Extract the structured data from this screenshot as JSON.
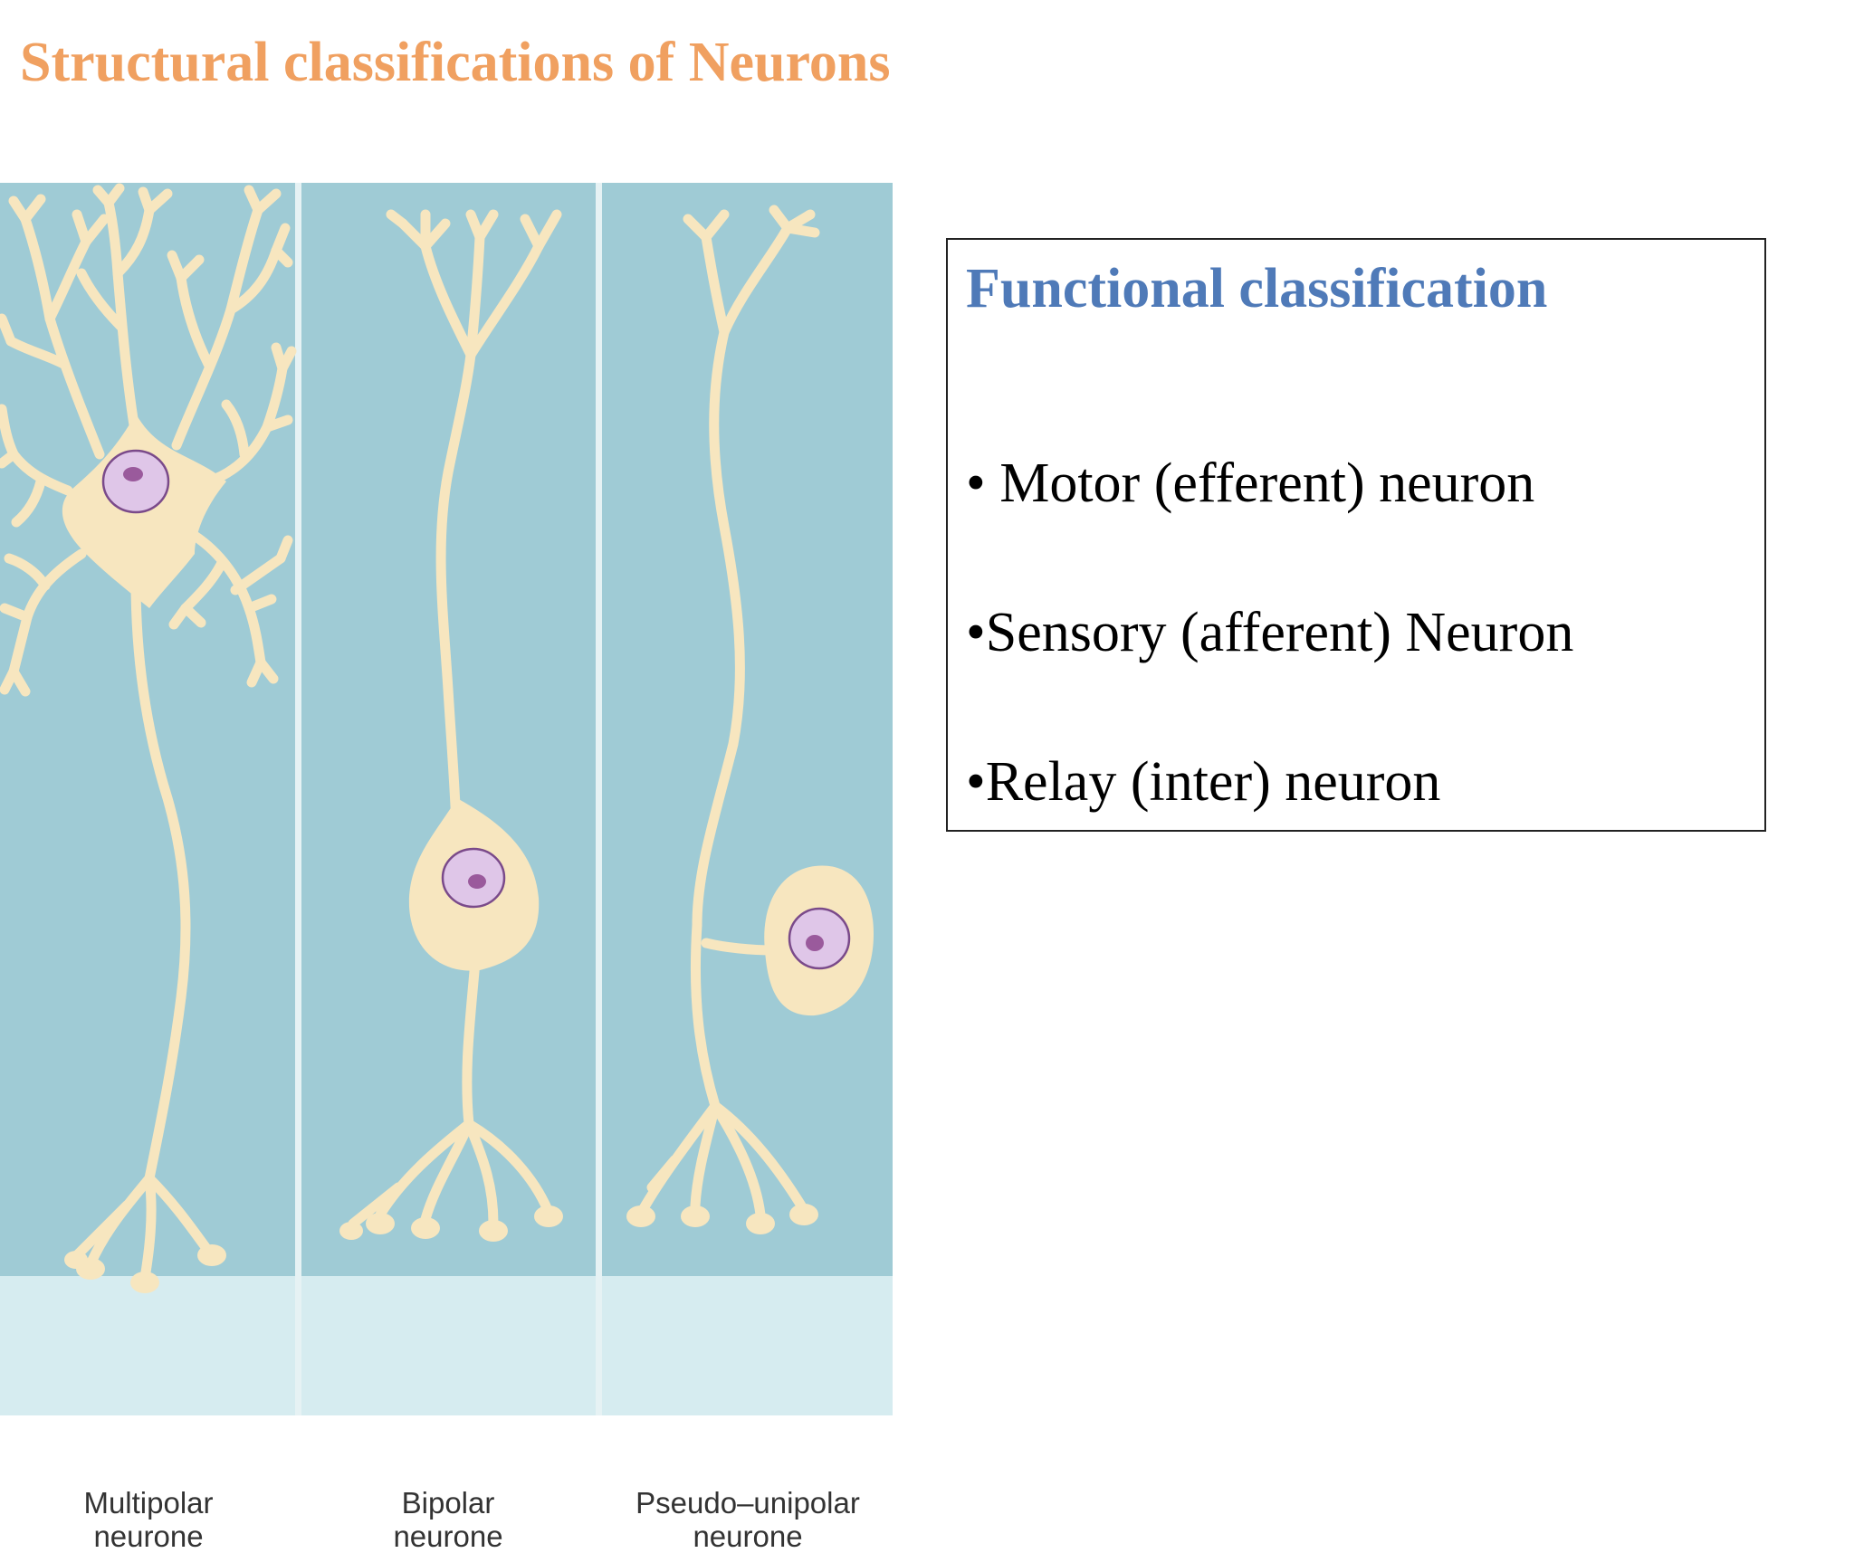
{
  "slide": {
    "title": "Structural classifications of Neurons"
  },
  "figure": {
    "labels": [
      {
        "line1": "Multipolar",
        "line2": "neurone"
      },
      {
        "line1": "Bipolar",
        "line2": "neurone"
      },
      {
        "line1": "Pseudo–unipolar",
        "line2": "neurone"
      }
    ],
    "colors": {
      "background": "#9fcbd5",
      "caption_band": "#d6ecf0",
      "cell": "#f7e6bf",
      "nucleus": "#dfc6e8",
      "nucleolus": "#9a5a9c"
    }
  },
  "box": {
    "title": "Functional classification",
    "items": [
      "• Motor (efferent) neuron",
      "•Sensory (afferent) Neuron",
      "•Relay (inter) neuron"
    ]
  }
}
